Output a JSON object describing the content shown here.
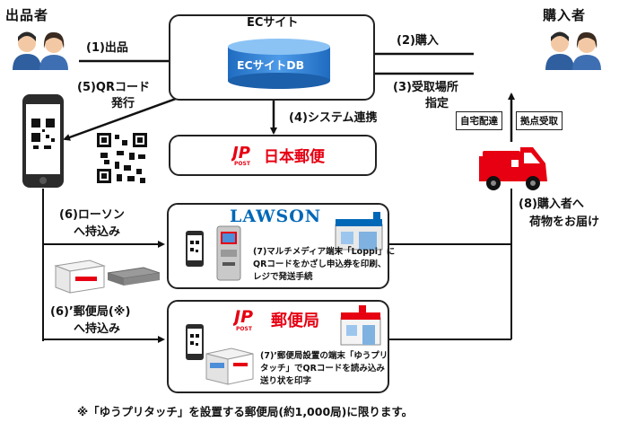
{
  "seller": {
    "title": "出品者"
  },
  "buyer": {
    "title": "購入者"
  },
  "ec_site": {
    "title": "ECサイト",
    "db_label": "ECサイトDB"
  },
  "steps": {
    "s1": "(1)出品",
    "s2": "(2)購入",
    "s3_line1": "(3)受取場所",
    "s3_line2": "指定",
    "s4": "(4)システム連携",
    "s5_line1": "(5)QRコード",
    "s5_line2": "発行",
    "s6a_line1": "(6)ローソン",
    "s6a_line2": "へ持込み",
    "s6b_line1": "(6)’郵便局(※)",
    "s6b_line2": "へ持込み",
    "s8_line1": "(8)購入者へ",
    "s8_line2": "荷物をお届け"
  },
  "japan_post": {
    "logo_text": "JP",
    "logo_sub": "POST",
    "name": "日本郵便"
  },
  "lawson": {
    "logo": "LAWSON",
    "step7_line1": "(7)マルチメディア端末「Loppi」に",
    "step7_line2": "QRコードをかざし申込券を印刷、",
    "step7_line3": "レジで発送手続"
  },
  "post_office": {
    "logo_text": "JP",
    "logo_sub": "POST",
    "name": "郵便局",
    "step7_line1": "(7)’郵便局設置の端末「ゆうプリ",
    "step7_line2": "タッチ」でQRコードを読み込み",
    "step7_line3": "送り状を印字"
  },
  "delivery_options": {
    "home": "自宅配達",
    "pickup": "拠点受取"
  },
  "footnote": "※「ゆうプリタッチ」を設置する郵便局(約1,000局)に限ります。",
  "colors": {
    "jp_red": "#e60012",
    "lawson_blue": "#0068b7",
    "db_blue": "#2a7bd0"
  }
}
